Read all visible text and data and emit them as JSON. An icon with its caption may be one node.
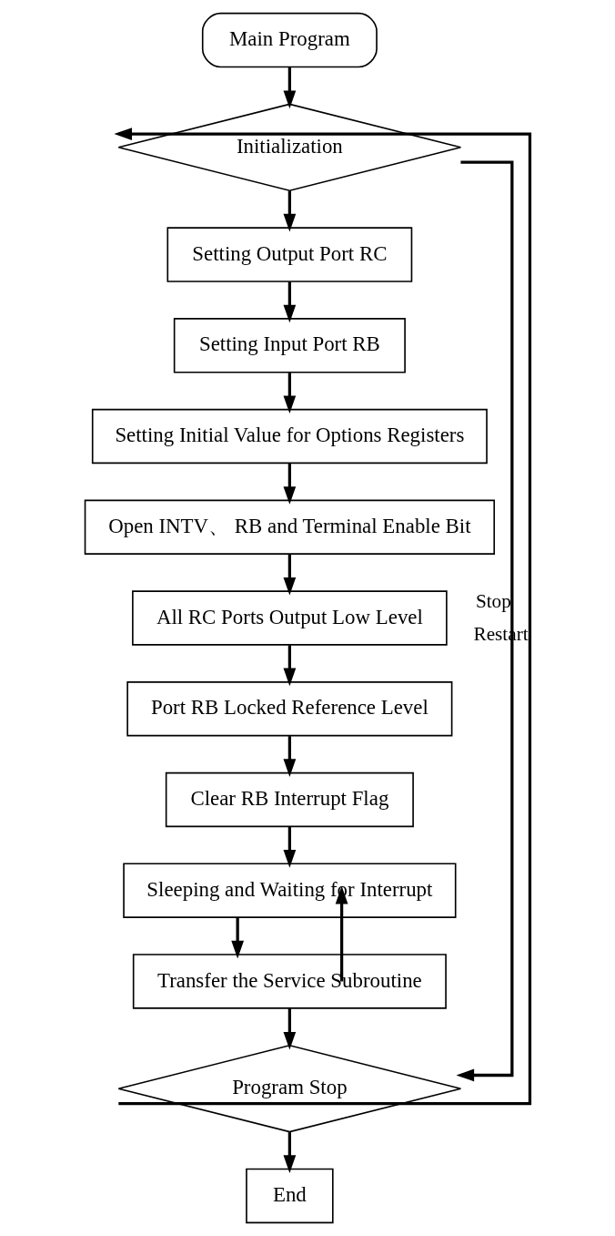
{
  "diagram": {
    "nodes": [
      {
        "text": [
          "Main Program"
        ]
      },
      {
        "text": [
          "Initialization"
        ]
      },
      {
        "text": [
          "Setting Output Port RC"
        ]
      },
      {
        "text": [
          "Setting Input Port RB"
        ]
      },
      {
        "text": [
          "Setting Initial Value for Options Registers"
        ]
      },
      {
        "text": [
          "Open INTV、 RB and Terminal Enable Bit"
        ]
      },
      {
        "text": [
          "All RC Ports Output Low Level"
        ]
      },
      {
        "text": [
          "Port RB Locked Reference Level"
        ]
      },
      {
        "text": [
          "Clear RB Interrupt Flag"
        ]
      },
      {
        "text": [
          "Sleeping and Waiting for Interrupt"
        ]
      },
      {
        "text": [
          "Transfer the Service Subroutine"
        ]
      },
      {
        "text": [
          "Program Stop"
        ]
      },
      {
        "text": [
          "End"
        ]
      }
    ],
    "edges": [
      {
        "from": 0,
        "to": 1,
        "arrow": "to"
      },
      {
        "from": 1,
        "to": 2,
        "arrow": "to"
      },
      {
        "from": 2,
        "to": 3,
        "arrow": "to"
      },
      {
        "from": 3,
        "to": 4,
        "arrow": "to"
      },
      {
        "from": 4,
        "to": 5,
        "arrow": "to"
      },
      {
        "from": 5,
        "to": 6,
        "arrow": "to"
      },
      {
        "from": 6,
        "to": 7,
        "arrow": "to"
      },
      {
        "from": 7,
        "to": 8,
        "arrow": "to"
      },
      {
        "from": 8,
        "to": 9,
        "arrow": "to"
      },
      {
        "from": 9,
        "to": 10,
        "arrow": "to"
      },
      {
        "from": 10,
        "to": 9,
        "arrow": "to"
      },
      {
        "from": 10,
        "to": 11,
        "arrow": "to"
      },
      {
        "from": 11,
        "to": 12,
        "arrow": "to"
      },
      {
        "from": 11,
        "to": 1,
        "label": "Restart",
        "arrow": "to"
      },
      {
        "from": 1,
        "to": 11,
        "label": "Stop",
        "arrow": "to"
      }
    ]
  }
}
